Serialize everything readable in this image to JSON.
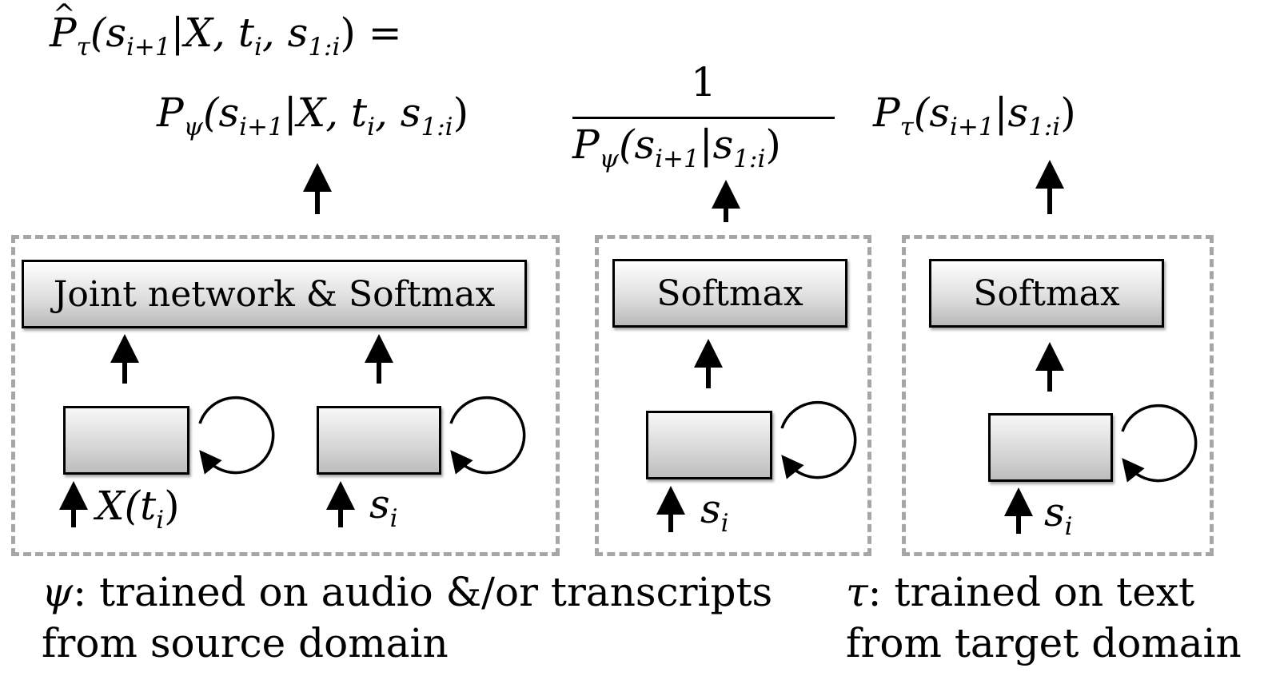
{
  "equation": {
    "lhs_P": "P",
    "lhs_sub": "τ",
    "lhs_args": "(s",
    "lhs_args_sub": "i+1",
    "lhs_bar": "|X, t",
    "lhs_t_sub": "i",
    "lhs_comma": ", s",
    "lhs_s_sub": "1:i",
    "lhs_close": ") ="
  },
  "terms": {
    "left": {
      "P": "P",
      "P_sub": "ψ",
      "open": "(s",
      "s_sub": "i+1",
      "mid": "|X, t",
      "t_sub": "i",
      "comma": ", s",
      "s2_sub": "1:i",
      "close": ")"
    },
    "fraction": {
      "numerator": "1",
      "P": "P",
      "P_sub": "ψ",
      "open": "(s",
      "s_sub": "i+1",
      "mid": "|s",
      "s2_sub": "1:i",
      "close": ")"
    },
    "right": {
      "P": "P",
      "P_sub": "τ",
      "open": "(s",
      "s_sub": "i+1",
      "mid": "|s",
      "s2_sub": "1:i",
      "close": ")"
    }
  },
  "blocks": {
    "joint": "Joint network & Softmax",
    "softmax_mid": "Softmax",
    "softmax_right": "Softmax"
  },
  "inputs": {
    "x_label": "X(t",
    "x_sub": "i",
    "x_close": ")",
    "s_label": "s",
    "s_sub": "i"
  },
  "captions": {
    "psi_symbol": "ψ",
    "psi_line1": ": trained on audio &/or transcripts",
    "psi_line2": "from source domain",
    "tau_symbol": "τ",
    "tau_line1": ": trained on text",
    "tau_line2": "from target domain"
  }
}
